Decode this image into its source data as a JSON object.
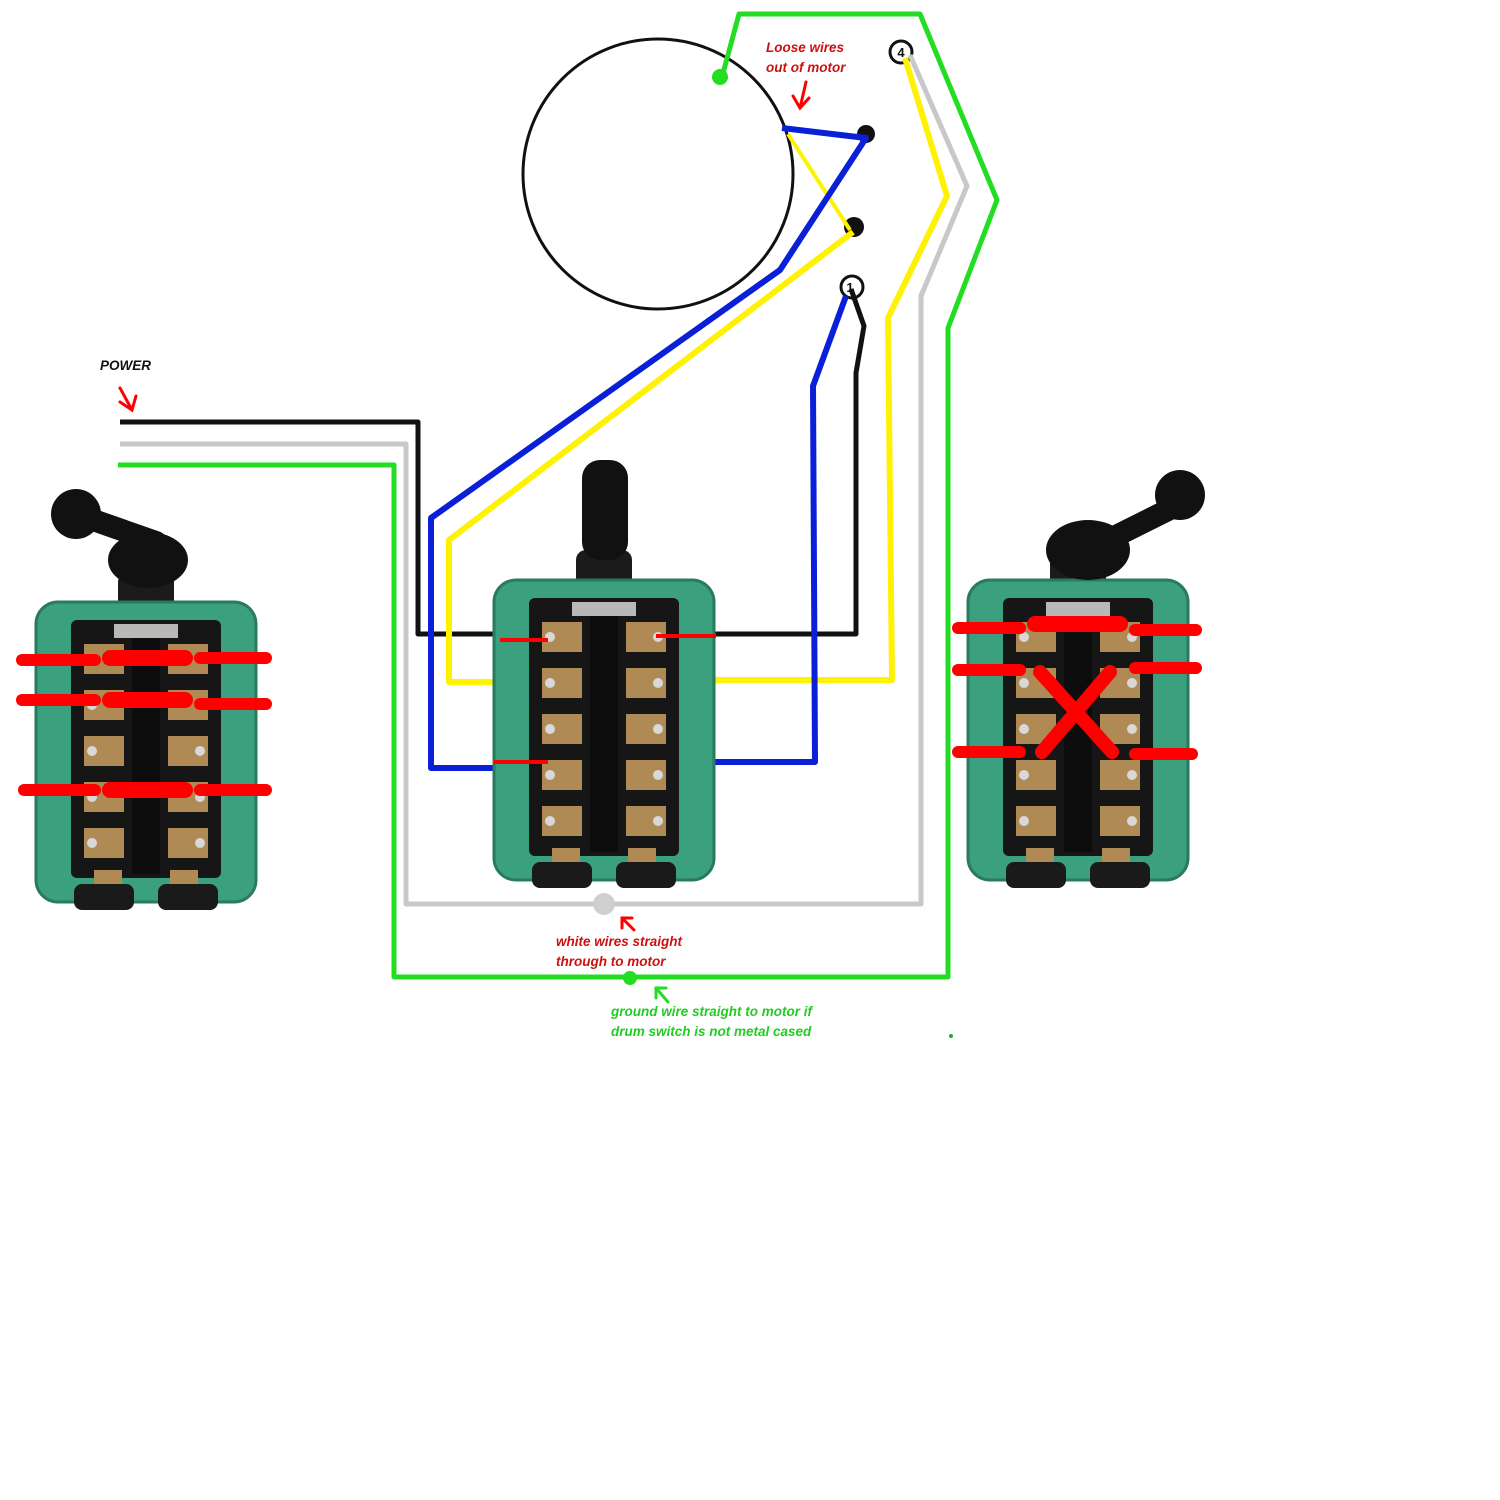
{
  "colors": {
    "hot": "#111111",
    "neutral": "#c8c8c8",
    "ground": "#22dd22",
    "blue_lead": "#0a1fd8",
    "yellow_lead": "#fff200",
    "jumper": "#ff0000",
    "note_text": "#cc1111",
    "ground_text": "#22cc22",
    "switch_body": "#3aa07e",
    "switch_frame": "#1a1a1a"
  },
  "labels": {
    "power": "POWER",
    "loose_wires_line1": "Loose wires",
    "loose_wires_line2": "out of motor",
    "white_wires_line1": "white wires straight",
    "white_wires_line2": "through to motor",
    "ground_line1": "ground wire straight to motor if",
    "ground_line2": "drum switch is not metal cased"
  },
  "motor": {
    "terminal_1": "1",
    "terminal_4": "4"
  },
  "switches": [
    {
      "name": "left-reference-switch",
      "note": ""
    },
    {
      "name": "center-wired-switch",
      "note": ""
    },
    {
      "name": "right-crossed-switch",
      "mark": "X"
    }
  ]
}
